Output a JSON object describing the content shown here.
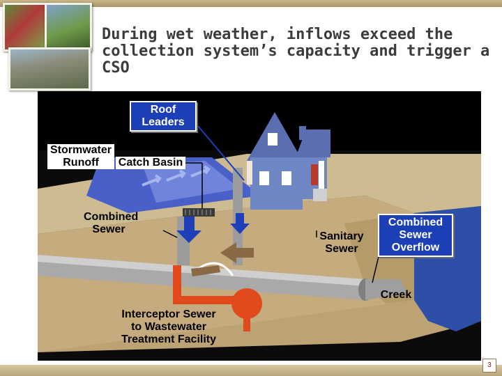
{
  "title": "During wet weather, inflows exceed the collection system’s capacity and trigger a CSO",
  "labels": {
    "roof_leaders": "Roof Leaders",
    "stormwater_runoff": "Stormwater Runoff",
    "catch_basin": "Catch Basin",
    "combined_sewer": "Combined Sewer",
    "sanitary_sewer": "Sanitary Sewer",
    "combined_sewer_overflow": "Combined Sewer Overflow",
    "interceptor_sewer": "Interceptor Sewer to Wastewater Treatment Facility",
    "creek": "Creek"
  },
  "page_number": "3",
  "colors": {
    "label_box": "#1c3fb6",
    "pipe": "#a9a9a9",
    "interceptor": "#e04a1c",
    "arrow_blue": "#1f3fb8",
    "house": "#6f86c4",
    "ground": "#c8b48a"
  }
}
